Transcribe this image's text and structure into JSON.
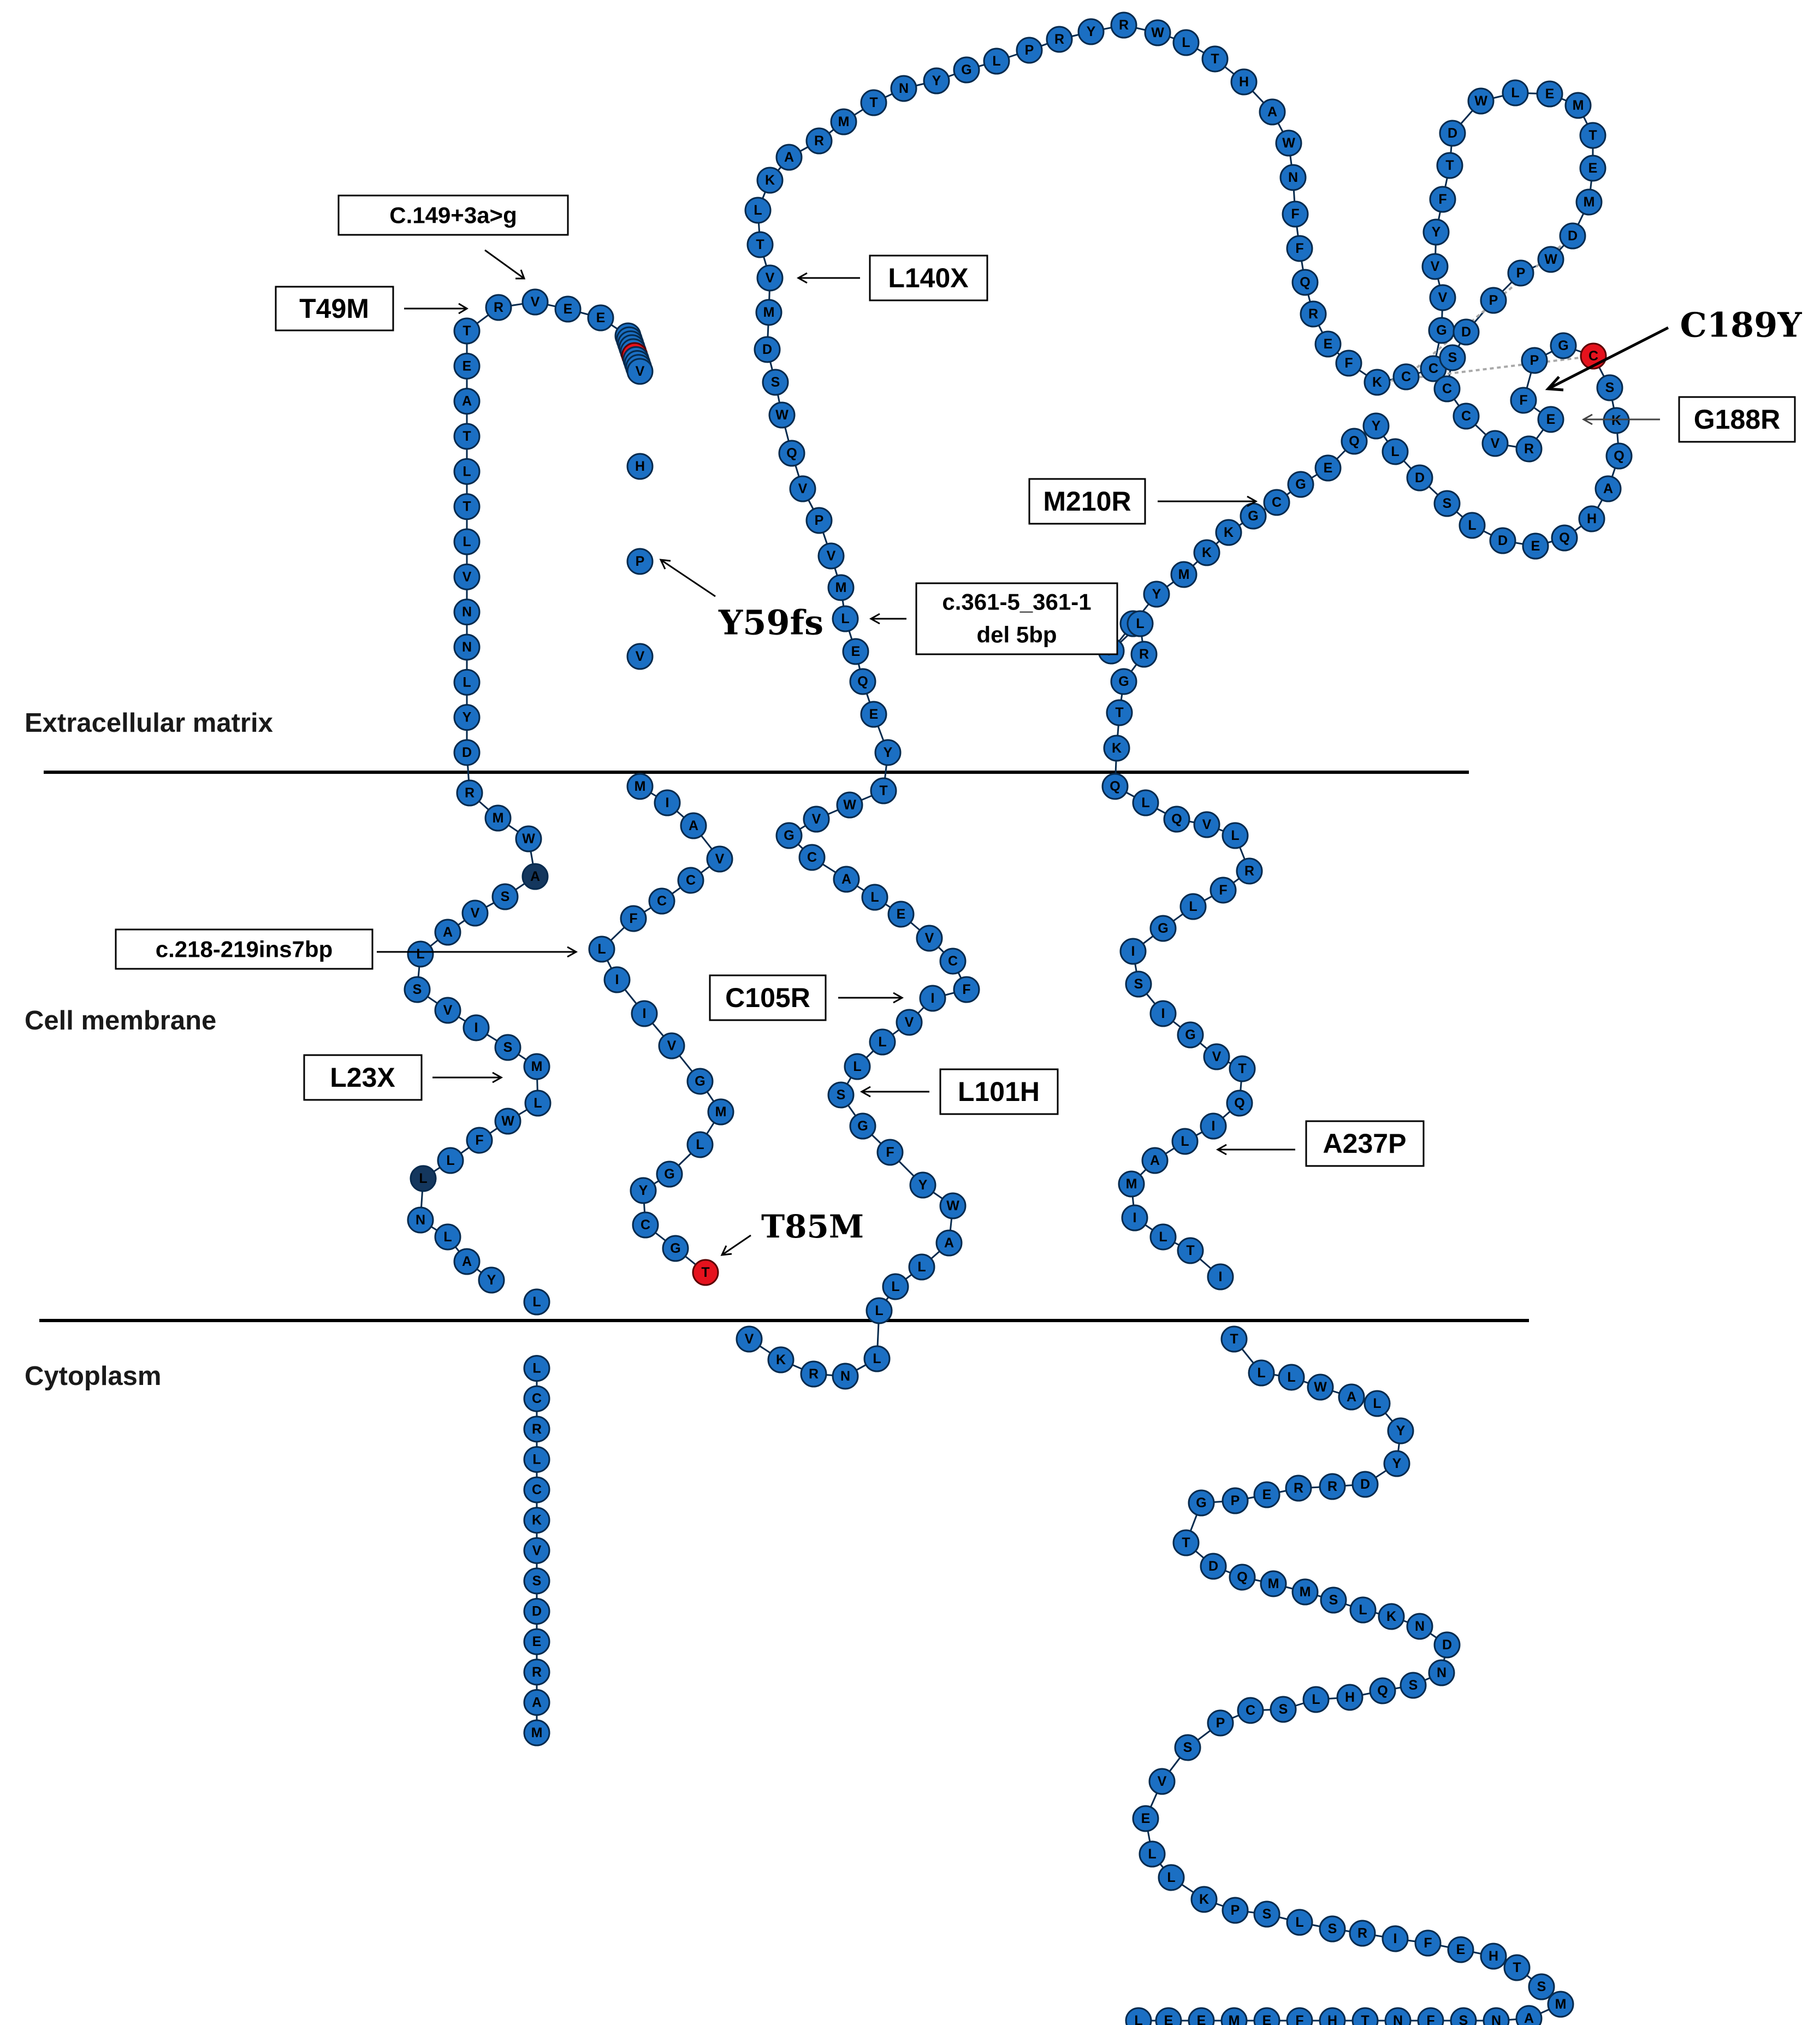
{
  "regions": {
    "extracellular": "Extracellular matrix",
    "membrane": "Cell membrane",
    "cytoplasm": "Cytoplasm"
  },
  "colors": {
    "residue": "#1b6fc3",
    "residue_dark": "#14375e",
    "mutated_residue": "#e5121d",
    "disulfide": "#a9a9a9"
  },
  "mutation_labels": {
    "c149": "C.149+3a>g",
    "t49m": "T49M",
    "l140x": "L140X",
    "c189y": "C189Y",
    "g188r": "G188R",
    "m210r": "M210R",
    "y59fs": "Y59fs",
    "c361_line1": "c.361-5_361-1",
    "c361_line2": "del 5bp",
    "c218": "c.218-219ins7bp",
    "c105r": "C105R",
    "l23x": "L23X",
    "l101h": "L101H",
    "a237p": "A237P",
    "t85m": "T85M"
  },
  "protein": {
    "sequence": "MAREDSVKCLRCLLYALNLLFWLMSIVSLAVSAWMRDYLNNVLTLTAETRVEEAVILTYFPVVHPVMIAVCCFLIIVGMLGYCGTVKRNLLLLAWYFGSLLVIFCVELACGVWTYEQELMVPVQWSDMVTLKARMTNYGLPRYRWLTHAWNFFQREFKCCGVVYFTDWLEMTEMDWPPDSCCVREFPGCSKQAHQEDLSDLYQEGCGKKMYSFLRGTKQLQVLRFLGISIGVTQILAMILTITLLWALYYDRREPGTDQMMSLKNDNSQHLSCPSVELLKPSLSRIFEHTSMANSFNTHFEMEEL",
    "dark_positions": [
      19,
      33
    ],
    "mutated_positions": [
      59,
      85,
      189
    ],
    "disulfides": [
      [
        158,
        189
      ],
      [
        159,
        175
      ]
    ]
  }
}
